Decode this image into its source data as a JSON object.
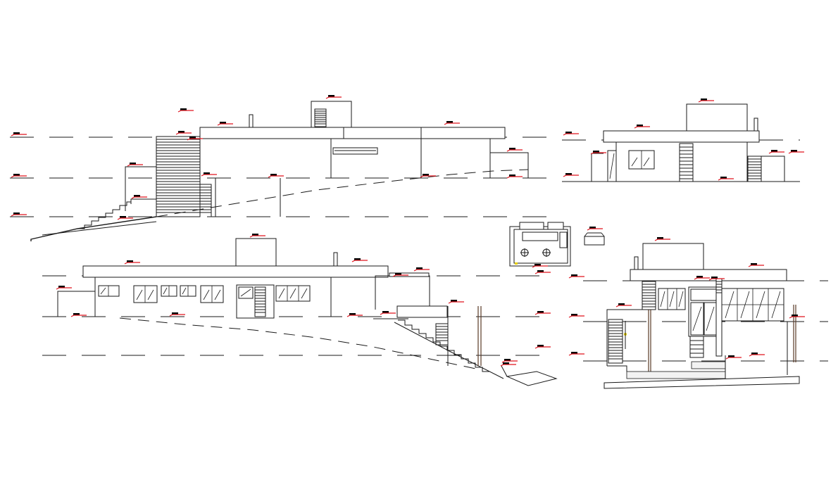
{
  "drawing": {
    "type": "architectural elevations",
    "background": "#ffffff",
    "line_color": "#1a1a1a",
    "marker_color": "#e0141e",
    "views": [
      {
        "id": "elevation-top-left",
        "name": ""
      },
      {
        "id": "elevation-top-right",
        "name": ""
      },
      {
        "id": "elevation-bottom-left",
        "name": ""
      },
      {
        "id": "plan-detail",
        "name": ""
      },
      {
        "id": "elevation-bottom-right",
        "name": ""
      }
    ]
  }
}
